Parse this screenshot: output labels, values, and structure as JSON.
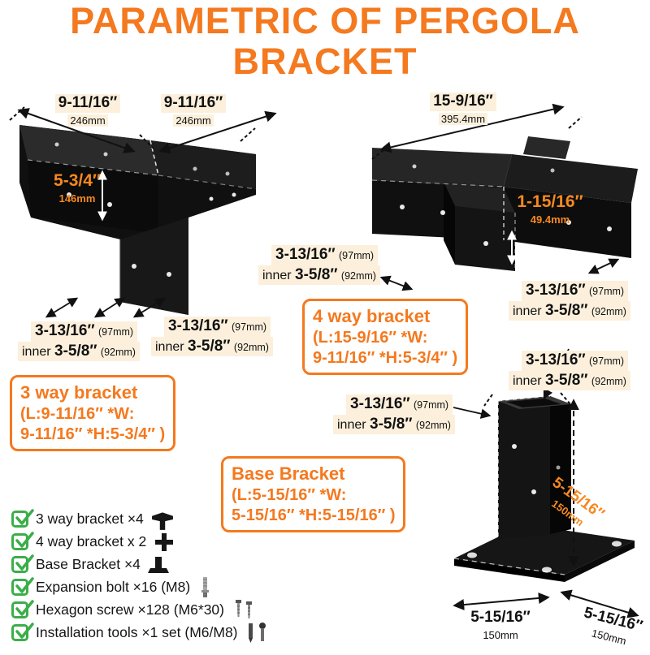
{
  "title": {
    "line1": "PARAMETRIC OF PERGOLA",
    "line2": "BRACKET"
  },
  "colors": {
    "accent": "#F4791F",
    "green": "#3BAE49",
    "highlight": "#FCF0DC",
    "bracket": "#111111"
  },
  "dims": {
    "arm_in": "9-11/16″",
    "arm_mm": "246mm",
    "h3_in": "5-3/4″",
    "h3_mm": "146mm",
    "beam_in": "15-9/16″",
    "beam_mm": "395.4mm",
    "lip_in": "1-15/16″",
    "lip_mm": "49.4mm",
    "sock_out_in": "3-13/16″",
    "sock_out_mm": "(97mm)",
    "sock_in_pre": "inner",
    "sock_in_in": "3-5/8″",
    "sock_in_mm": "(92mm)",
    "base_in": "5-15/16″",
    "base_mm": "150mm"
  },
  "boxes": {
    "four_way": {
      "title": "4 way bracket",
      "line1": "(L:15-9/16″  *W:",
      "line2": "9-11/16″  *H:5-3/4″ )"
    },
    "three_way": {
      "title": "3 way bracket",
      "line1": "(L:9-11/16″  *W:",
      "line2": "9-11/16″  *H:5-3/4″ )"
    },
    "base": {
      "title": "Base Bracket",
      "line1": "(L:5-15/16″  *W:",
      "line2": "5-15/16″  *H:5-15/16″ )"
    }
  },
  "checklist": {
    "items": [
      {
        "label": "3 way bracket ×4"
      },
      {
        "label": "4 way bracket x 2"
      },
      {
        "label": "Base Bracket ×4"
      },
      {
        "label": "Expansion bolt ×16 (M8)"
      },
      {
        "label": "Hexagon screw ×128 (M6*30)"
      },
      {
        "label": "Installation tools ×1 set (M6/M8)"
      }
    ]
  }
}
